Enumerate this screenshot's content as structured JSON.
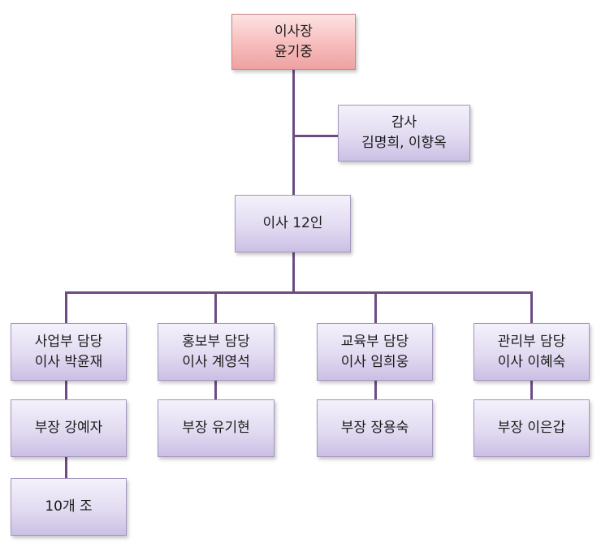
{
  "chairman": {
    "title": "이사장",
    "name": "윤기중"
  },
  "auditor": {
    "title": "감사",
    "names": "김명희, 이향옥"
  },
  "directors": {
    "label": "이사 12인"
  },
  "departments": [
    {
      "head_title": "사업부 담당",
      "head_name": "이사 박윤재",
      "manager": "부장 강예자",
      "sub": "10개 조"
    },
    {
      "head_title": "홍보부 담당",
      "head_name": "이사 계영석",
      "manager": "부장 유기현"
    },
    {
      "head_title": "교육부 담당",
      "head_name": "이사 임희웅",
      "manager": "부장 장용숙"
    },
    {
      "head_title": "관리부 담당",
      "head_name": "이사 이혜숙",
      "manager": "부장 이은갑"
    }
  ],
  "colors": {
    "connector": "#6e4c82",
    "chairman_fill": "#f7bcbc",
    "node_fill": "#e2dbf1"
  }
}
